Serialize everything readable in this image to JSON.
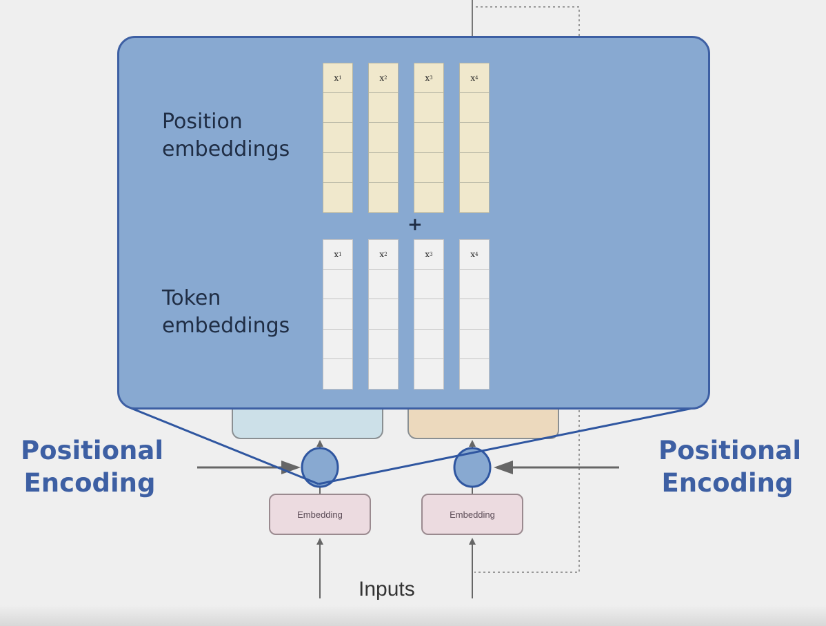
{
  "diagram": {
    "zoom_panel": {
      "position_label_line1": "Position",
      "position_label_line2": "embeddings",
      "token_label_line1": "Token",
      "token_label_line2": "embeddings",
      "operator": "+",
      "position_vectors": [
        {
          "var": "x",
          "sub": "1"
        },
        {
          "var": "x",
          "sub": "2"
        },
        {
          "var": "x",
          "sub": "3"
        },
        {
          "var": "x",
          "sub": "4"
        }
      ],
      "token_vectors": [
        {
          "var": "x",
          "sub": "1"
        },
        {
          "var": "x",
          "sub": "2"
        },
        {
          "var": "x",
          "sub": "3"
        },
        {
          "var": "x",
          "sub": "4"
        }
      ],
      "rows_per_vector": 5
    },
    "left_label": {
      "line1": "Positional",
      "line2": "Encoding"
    },
    "right_label": {
      "line1": "Positional",
      "line2": "Encoding"
    },
    "embedding_left": "Embedding",
    "embedding_right": "Embedding",
    "inputs_label": "Inputs",
    "colors": {
      "panel_fill": "#88a9d1",
      "panel_border": "#3d5fa3",
      "label_blue": "#3d5fa3",
      "position_cell": "#f0e8cc",
      "token_cell": "#f1f1f1",
      "encoder_block": "#cce0e8",
      "decoder_block": "#ecd9bd",
      "embedding_box": "#ecdbe0"
    }
  }
}
